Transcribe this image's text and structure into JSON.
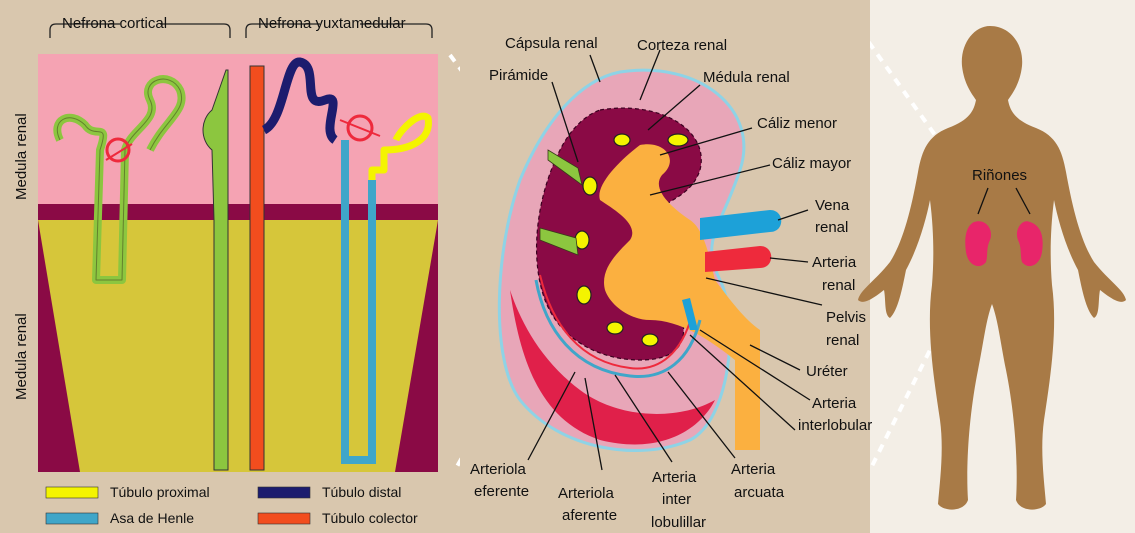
{
  "header": {
    "nefrona_cortical": "Nefrona  cortical",
    "nefrona_yuxtamedular": "Nefrona  yuxtamedular"
  },
  "side_labels": {
    "top": "Medula renal",
    "bottom": "Medula renal"
  },
  "legend": {
    "items": [
      {
        "label": "Túbulo proximal",
        "color": "#f4f400"
      },
      {
        "label": "Túbulo distal",
        "color": "#1c1c6e"
      },
      {
        "label": "Asa de Henle",
        "color": "#3fa6c9"
      },
      {
        "label": "Túbulo colector",
        "color": "#f24d1e"
      }
    ]
  },
  "kidney_labels": {
    "capsula": "Cápsula renal",
    "corteza": "Corteza renal",
    "piramide": "Pirámide",
    "medula": "Médula renal",
    "caliz_menor": "Cáliz menor",
    "caliz_mayor": "Cáliz mayor",
    "vena_l1": "Vena",
    "vena_l2": "renal",
    "arteria_l1": "Arteria",
    "arteria_l2": "renal",
    "pelvis_l1": "Pelvis",
    "pelvis_l2": "renal",
    "ureter": "Uréter",
    "interlob_l1": "Arteria",
    "interlob_l2": "interlobular",
    "eferente_l1": "Arteriola",
    "eferente_l2": "eferente",
    "aferente_l1": "Arteriola",
    "aferente_l2": "aferente",
    "interlobulillar_l1": "Arteria",
    "interlobulillar_l2": "inter",
    "interlobulillar_l3": "lobulillar",
    "arcuata_l1": "Arteria",
    "arcuata_l2": "arcuata"
  },
  "body_labels": {
    "rinones": "Riñones"
  },
  "colors": {
    "cortex_pink": "#f5a3b3",
    "medulla_maroon": "#8a0a45",
    "medulla_yellow": "#d6c63a",
    "tubule_green": "#8cc63f",
    "vein_blue": "#1da1d8",
    "artery_red": "#ee2a3c",
    "pelvis_orange": "#fbb040",
    "body_brown": "#a87a46"
  }
}
